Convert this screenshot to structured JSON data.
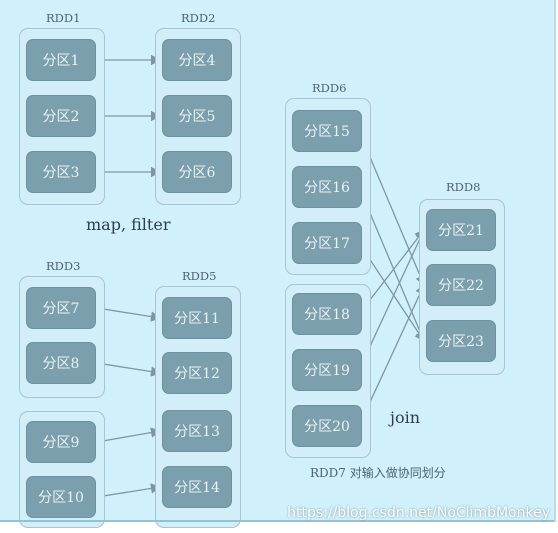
{
  "groups": {
    "rdd1": "RDD1",
    "rdd2": "RDD2",
    "rdd3": "RDD3",
    "rdd5": "RDD5",
    "rdd6": "RDD6",
    "rdd8": "RDD8",
    "rdd7_caption": "RDD7  对输入做协同划分"
  },
  "partitions": {
    "p1": "分区1",
    "p2": "分区2",
    "p3": "分区3",
    "p4": "分区4",
    "p5": "分区5",
    "p6": "分区6",
    "p7": "分区7",
    "p8": "分区8",
    "p9": "分区9",
    "p10": "分区10",
    "p11": "分区11",
    "p12": "分区12",
    "p13": "分区13",
    "p14": "分区14",
    "p15": "分区15",
    "p16": "分区16",
    "p17": "分区17",
    "p18": "分区18",
    "p19": "分区19",
    "p20": "分区20",
    "p21": "分区21",
    "p22": "分区22",
    "p23": "分区23"
  },
  "operations": {
    "map_filter": "map, filter",
    "join": "join"
  },
  "watermark": "https://blog.csdn.net/NoClimbMonkey",
  "colors": {
    "background": "#d0f0fb",
    "partition_fill": "#7b9fad",
    "edge": "#7f96a2"
  }
}
